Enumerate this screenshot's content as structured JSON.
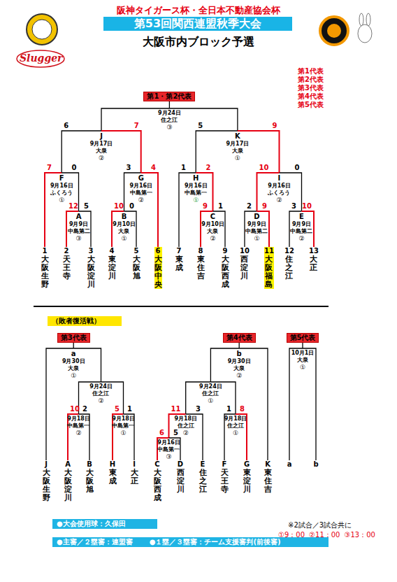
{
  "diagram": {
    "title": "第53回関西連盟秋季大会",
    "nodes": [
      {
        "text": [
          "第1・第2代表"
        ]
      },
      {
        "text": [
          "9月24日",
          "住之江",
          "③"
        ]
      },
      {
        "text": [
          "J",
          "9月17日",
          "大泉",
          "②"
        ]
      },
      {
        "text": [
          "K",
          "9月17日",
          "大泉",
          "①"
        ]
      },
      {
        "text": [
          "F",
          "9月16日",
          "ふくろう",
          "①"
        ]
      },
      {
        "text": [
          "G",
          "9月16日",
          "中島第一",
          "②"
        ]
      },
      {
        "text": [
          "H",
          "9月16日",
          "中島第一",
          "①"
        ]
      },
      {
        "text": [
          "I",
          "9月16日",
          "ふくろう",
          "②"
        ]
      },
      {
        "text": [
          "A",
          "9月9日",
          "中島第二",
          "③"
        ]
      },
      {
        "text": [
          "B",
          "9月10日",
          "大泉",
          "①"
        ]
      },
      {
        "text": [
          "C",
          "9月10日",
          "大泉",
          "②"
        ]
      },
      {
        "text": [
          "D",
          "9月9日",
          "中島第二",
          "①"
        ]
      },
      {
        "text": [
          "E",
          "9月9日",
          "中島第二",
          "②"
        ]
      },
      {
        "text": [
          "1",
          "大阪生野"
        ]
      },
      {
        "text": [
          "2",
          "天王寺"
        ]
      },
      {
        "text": [
          "3",
          "大阪淀川"
        ]
      },
      {
        "text": [
          "4",
          "東淀川"
        ]
      },
      {
        "text": [
          "5",
          "大阪旭"
        ]
      },
      {
        "text": [
          "6",
          "大阪中央"
        ]
      },
      {
        "text": [
          "7",
          "東成"
        ]
      },
      {
        "text": [
          "8",
          "東住吉"
        ]
      },
      {
        "text": [
          "9",
          "大阪西成"
        ]
      },
      {
        "text": [
          "10",
          "西淀川"
        ]
      },
      {
        "text": [
          "11",
          "大阪福島"
        ]
      },
      {
        "text": [
          "12",
          "住之江"
        ]
      },
      {
        "text": [
          "13",
          "大正"
        ]
      },
      {
        "text": [
          "（敗者復活戦）"
        ]
      },
      {
        "text": [
          "第3代表"
        ]
      },
      {
        "text": [
          "第4代表"
        ]
      },
      {
        "text": [
          "第5代表"
        ]
      },
      {
        "text": [
          "a",
          "9月30日",
          "大泉",
          "①"
        ]
      },
      {
        "text": [
          "b",
          "9月30日",
          "大泉",
          "②"
        ]
      },
      {
        "text": [
          "10月1日",
          "大泉",
          "①"
        ]
      },
      {
        "text": [
          "9月24日",
          "住之江",
          "②"
        ]
      },
      {
        "text": [
          "9月24日",
          "住之江",
          "①"
        ]
      },
      {
        "text": [
          "9月18日",
          "中島第一",
          "②"
        ]
      },
      {
        "text": [
          "9月18日",
          "中島第一",
          "①"
        ]
      },
      {
        "text": [
          "9月18日",
          "住之江",
          "②"
        ]
      },
      {
        "text": [
          "9月18日",
          "住之江",
          "①"
        ]
      },
      {
        "text": [
          "9月16日",
          "中島第一",
          "③"
        ]
      },
      {
        "text": [
          "J",
          "大阪生野"
        ]
      },
      {
        "text": [
          "A",
          "大阪淀川"
        ]
      },
      {
        "text": [
          "B",
          "大阪旭"
        ]
      },
      {
        "text": [
          "H",
          "東成"
        ]
      },
      {
        "text": [
          "I",
          "大正"
        ]
      },
      {
        "text": [
          "C",
          "大阪西成"
        ]
      },
      {
        "text": [
          "D",
          "西淀川"
        ]
      },
      {
        "text": [
          "E",
          "住之江"
        ]
      },
      {
        "text": [
          "F",
          "天王寺"
        ]
      },
      {
        "text": [
          "G",
          "東淀川"
        ]
      },
      {
        "text": [
          "K",
          "東住吉"
        ]
      },
      {
        "text": [
          "a"
        ]
      },
      {
        "text": [
          "b"
        ]
      },
      {
        "text": [
          "●大会使用球：久保田"
        ]
      },
      {
        "text": [
          "●主審／２塁審：連盟審",
          "●１塁／３塁審：チーム支援審判(前後審)"
        ]
      }
    ],
    "edges": [
      {
        "from": 1,
        "to": 0,
        "arrow": "none"
      },
      {
        "from": 2,
        "to": 1,
        "arrow": "none"
      },
      {
        "from": 3,
        "to": 1,
        "arrow": "none"
      },
      {
        "from": 4,
        "to": 2,
        "arrow": "none"
      },
      {
        "from": 5,
        "to": 2,
        "arrow": "none"
      },
      {
        "from": 6,
        "to": 3,
        "arrow": "none"
      },
      {
        "from": 7,
        "to": 3,
        "arrow": "none"
      },
      {
        "from": 13,
        "to": 4,
        "arrow": "none"
      },
      {
        "from": 8,
        "to": 4,
        "arrow": "none"
      },
      {
        "from": 9,
        "to": 5,
        "arrow": "none"
      },
      {
        "from": 18,
        "to": 5,
        "arrow": "none"
      },
      {
        "from": 19,
        "to": 6,
        "arrow": "none"
      },
      {
        "from": 10,
        "to": 6,
        "arrow": "none"
      },
      {
        "from": 11,
        "to": 7,
        "arrow": "none"
      },
      {
        "from": 12,
        "to": 7,
        "arrow": "none"
      },
      {
        "from": 14,
        "to": 8,
        "arrow": "none"
      },
      {
        "from": 15,
        "to": 8,
        "arrow": "none"
      },
      {
        "from": 16,
        "to": 9,
        "arrow": "none"
      },
      {
        "from": 17,
        "to": 9,
        "arrow": "none"
      },
      {
        "from": 20,
        "to": 10,
        "arrow": "none"
      },
      {
        "from": 21,
        "to": 10,
        "arrow": "none"
      },
      {
        "from": 22,
        "to": 11,
        "arrow": "none"
      },
      {
        "from": 23,
        "to": 11,
        "arrow": "none"
      },
      {
        "from": 24,
        "to": 12,
        "arrow": "none"
      },
      {
        "from": 25,
        "to": 12,
        "arrow": "none"
      },
      {
        "from": 30,
        "to": 27,
        "arrow": "none"
      },
      {
        "from": 31,
        "to": 28,
        "arrow": "none"
      },
      {
        "from": 32,
        "to": 29,
        "arrow": "none"
      },
      {
        "from": 40,
        "to": 30,
        "arrow": "none"
      },
      {
        "from": 33,
        "to": 30,
        "arrow": "none"
      },
      {
        "from": 34,
        "to": 31,
        "arrow": "none"
      },
      {
        "from": 50,
        "to": 31,
        "arrow": "none"
      },
      {
        "from": 51,
        "to": 32,
        "arrow": "none"
      },
      {
        "from": 52,
        "to": 32,
        "arrow": "none"
      },
      {
        "from": 35,
        "to": 33,
        "arrow": "none"
      },
      {
        "from": 36,
        "to": 33,
        "arrow": "none"
      },
      {
        "from": 37,
        "to": 34,
        "arrow": "none"
      },
      {
        "from": 38,
        "to": 34,
        "arrow": "none"
      },
      {
        "from": 41,
        "to": 35,
        "arrow": "none"
      },
      {
        "from": 42,
        "to": 35,
        "arrow": "none"
      },
      {
        "from": 43,
        "to": 36,
        "arrow": "none"
      },
      {
        "from": 44,
        "to": 36,
        "arrow": "none"
      },
      {
        "from": 39,
        "to": 37,
        "arrow": "none"
      },
      {
        "from": 47,
        "to": 37,
        "arrow": "none"
      },
      {
        "from": 48,
        "to": 38,
        "arrow": "none"
      },
      {
        "from": 49,
        "to": 38,
        "arrow": "none"
      },
      {
        "from": 45,
        "to": 39,
        "arrow": "none"
      },
      {
        "from": 46,
        "to": 39,
        "arrow": "none"
      }
    ],
    "labels": [
      "阪神タイガース杯・全日本不動産協会杯",
      "大阪市内ブロック予選",
      "第1代表",
      "第2代表",
      "第3代表",
      "第4代表",
      "第5代表",
      "Slugger",
      "6",
      "7",
      "5",
      "9",
      "7",
      "0",
      "3",
      "4",
      "1",
      "2",
      "10",
      "0",
      "12",
      "5",
      "10",
      "0",
      "9",
      "1",
      "2",
      "9",
      "3",
      "10",
      "10",
      "2",
      "5",
      "1",
      "6",
      "5",
      "11",
      "3",
      "1",
      "8",
      "※2試合／3試合共に",
      "①9：00",
      "②11：00",
      "③13：00"
    ]
  }
}
